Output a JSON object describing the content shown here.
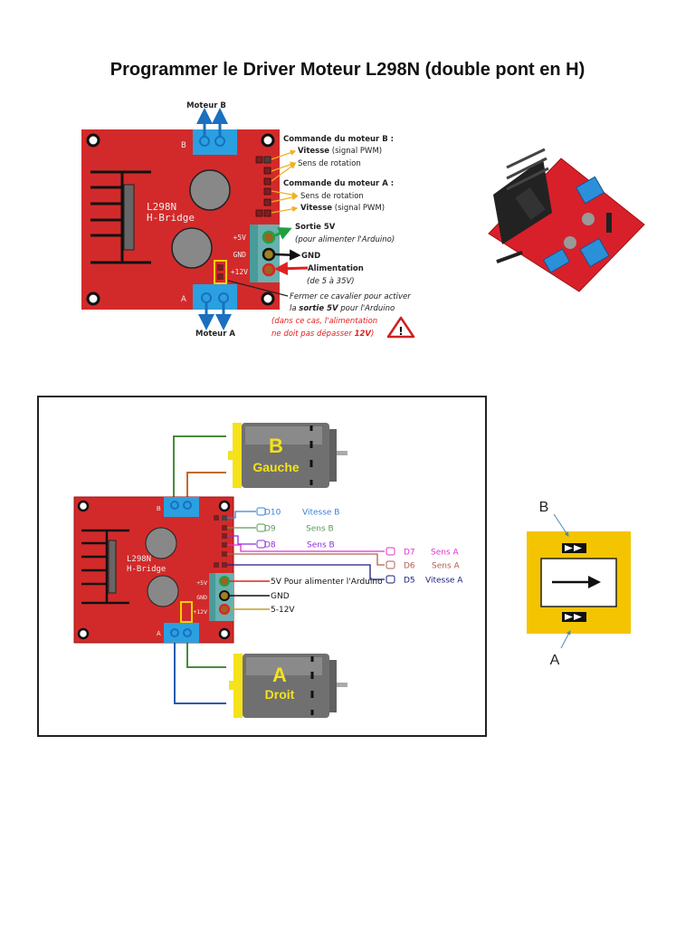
{
  "title": "Programmer le Driver Moteur L298N (double pont en H)",
  "colors": {
    "board": "#d22a2a",
    "terminal": "#2aa0e0",
    "jumper": "#f5d000",
    "motor_yellow": "#f5e21a",
    "motor_gray": "#707070",
    "panel_yellow": "#f5c400"
  },
  "top_diagram": {
    "motor_b": "Moteur B",
    "motor_a": "Moteur A",
    "terminal_b": "B",
    "terminal_a": "A",
    "chip_line1": "L298N",
    "chip_line2": "H-Bridge",
    "pin_5v": "+5V",
    "pin_gnd": "GND",
    "pin_12v": "+12V",
    "cmd_b": "Commande du moteur B :",
    "cmd_b_speed_bold": "Vitesse",
    "cmd_b_speed_rest": " (signal PWM)",
    "cmd_b_dir": "Sens de rotation",
    "cmd_a": "Commande du moteur A :",
    "cmd_a_dir": "Sens de rotation",
    "cmd_a_speed_bold": "Vitesse",
    "cmd_a_speed_rest": " (signal PWM)",
    "out5v": "Sortie 5V",
    "out5v_note": "(pour alimenter l'Arduino)",
    "gnd": "GND",
    "power": "Alimentation",
    "power_note": "(de 5 à 35V)",
    "jumper_note1": "Fermer ce cavalier pour activer",
    "jumper_note2_a": "la ",
    "jumper_note2_b": "sortie 5V",
    "jumper_note2_c": " pour l'Arduino",
    "warn1": "(dans ce cas, l'alimentation",
    "warn2_a": "ne doit pas dépasser ",
    "warn2_b": "12V",
    "warn2_c": ")",
    "warning_icon": "warning-triangle"
  },
  "wiring_diagram": {
    "motor_b_letter": "B",
    "motor_b_name": "Gauche",
    "motor_a_letter": "A",
    "motor_a_name": "Droit",
    "terminal_b": "B",
    "terminal_a": "A",
    "chip_line1": "L298N",
    "chip_line2": "H-Bridge",
    "pin_5v": "+5V",
    "pin_gnd": "GND",
    "pin_12v": "+12V",
    "signals": [
      {
        "pin": "D10",
        "label": "Vitesse B",
        "color": "#3a80d8"
      },
      {
        "pin": "D9",
        "label": "Sens B",
        "color": "#5a9a5a"
      },
      {
        "pin": "D8",
        "label": "Sens B",
        "color": "#8a30d8"
      },
      {
        "pin": "D7",
        "label": "Sens A",
        "color": "#e030d0"
      },
      {
        "pin": "D6",
        "label": "Sens A",
        "color": "#b06050"
      },
      {
        "pin": "D5",
        "label": "Vitesse A",
        "color": "#1a1a80"
      }
    ],
    "power_5v": "5V Pour alimenter l'Arduino",
    "power_gnd": "GND",
    "power_in": "5-12V"
  },
  "symbol": {
    "label_b": "B",
    "label_a": "A"
  }
}
